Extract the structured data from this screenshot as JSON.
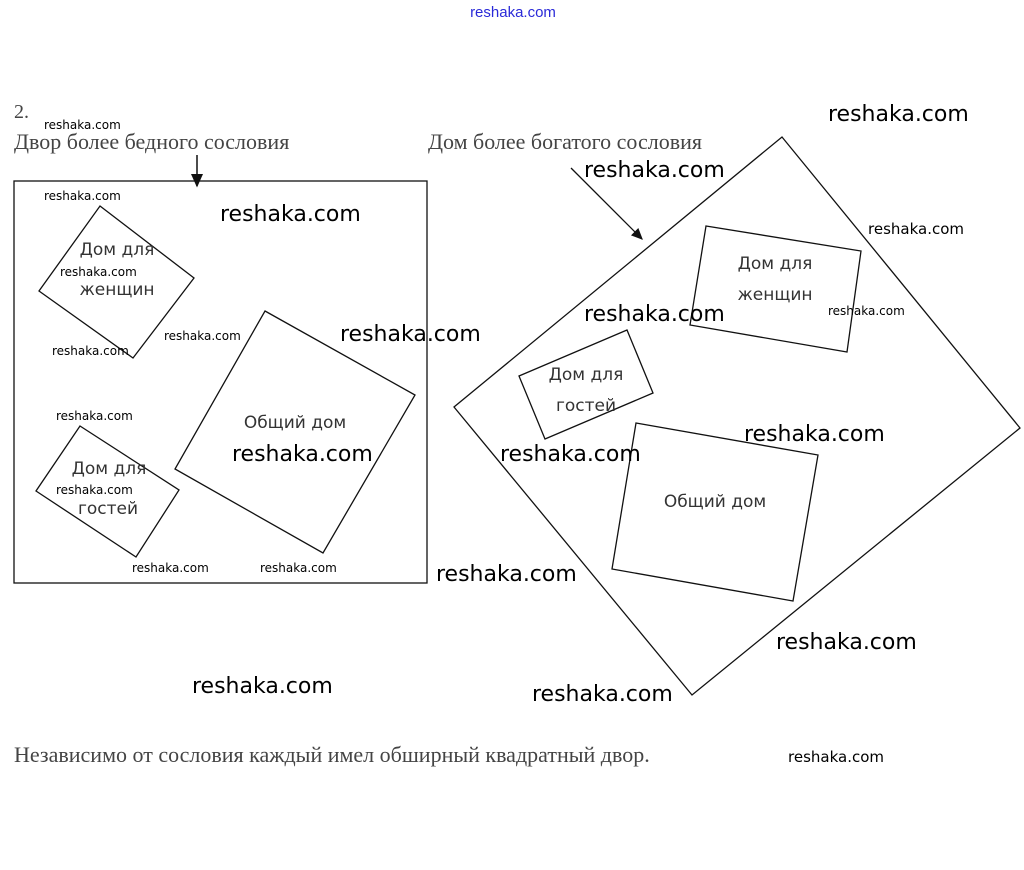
{
  "task_number": "2.",
  "left_caption": "Двор более бедного сословия",
  "right_caption": "Дом более богатого сословия",
  "poor_yard": {
    "women_house": [
      "Дом для",
      "женщин"
    ],
    "guest_house": [
      "Дом для",
      "гостей"
    ],
    "common_house": "Общий дом"
  },
  "rich_yard": {
    "women_house": [
      "Дом для",
      "женщин"
    ],
    "guest_house": [
      "Дом для",
      "гостей"
    ],
    "common_house": "Общий дом"
  },
  "conclusion": "Независимо от сословия каждый имел обширный квадратный двор.",
  "watermark": "reshaka.com"
}
